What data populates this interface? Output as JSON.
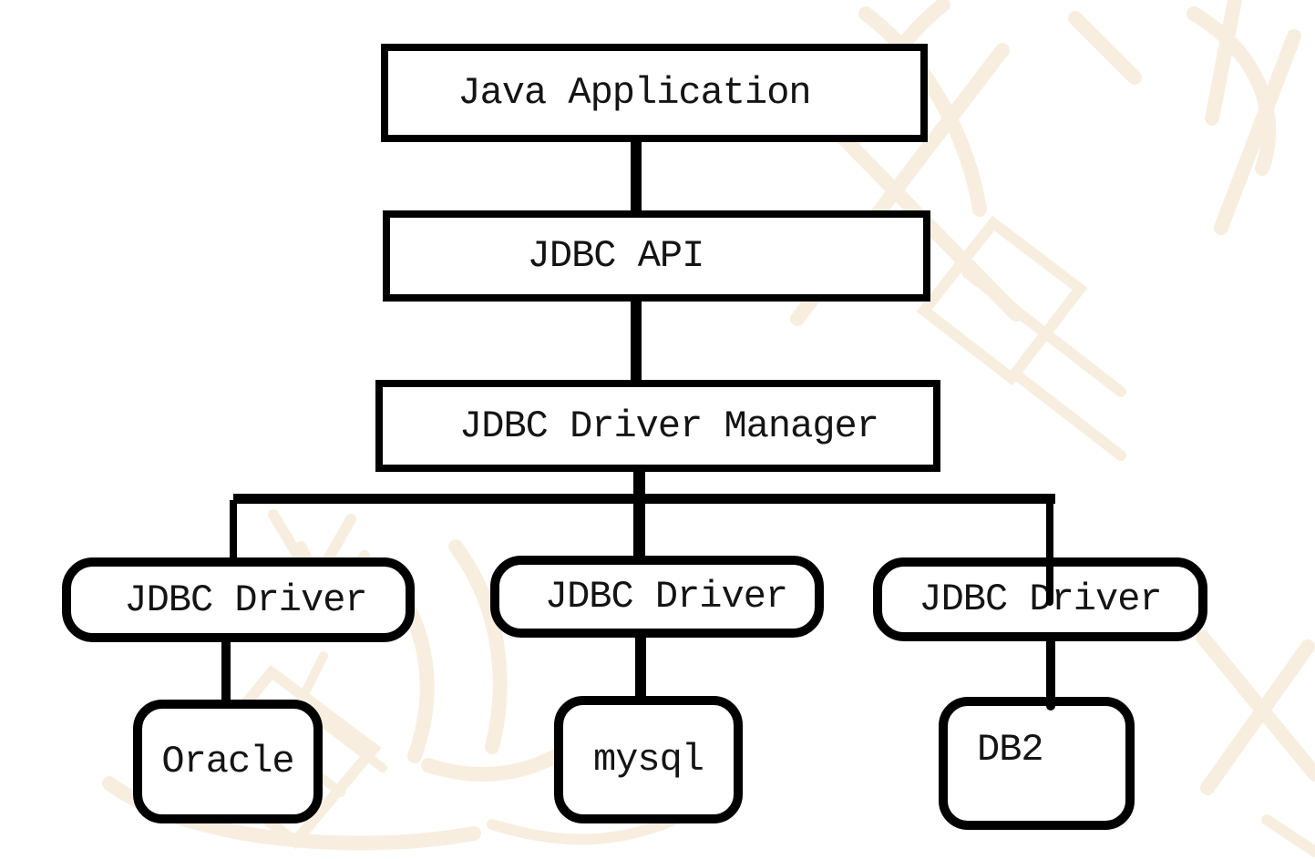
{
  "diagram": {
    "type": "flowchart",
    "nodes": {
      "java_application": {
        "label": "Java Application",
        "shape": "rectangle"
      },
      "jdbc_api": {
        "label": "JDBC API",
        "shape": "rectangle"
      },
      "jdbc_driver_manager": {
        "label": "JDBC Driver Manager",
        "shape": "rectangle"
      },
      "drivers": [
        {
          "label": "JDBC Driver",
          "shape": "rounded"
        },
        {
          "label": "JDBC Driver",
          "shape": "rounded"
        },
        {
          "label": "JDBC Driver",
          "shape": "rounded"
        }
      ],
      "databases": [
        {
          "label": "Oracle",
          "shape": "rounded"
        },
        {
          "label": "mysql",
          "shape": "rounded"
        },
        {
          "label": "DB2",
          "shape": "rounded"
        }
      ]
    },
    "edges": [
      {
        "from": "Java Application",
        "to": "JDBC API"
      },
      {
        "from": "JDBC API",
        "to": "JDBC Driver Manager"
      },
      {
        "from": "JDBC Driver Manager",
        "to": "JDBC Driver (left)"
      },
      {
        "from": "JDBC Driver Manager",
        "to": "JDBC Driver (middle)"
      },
      {
        "from": "JDBC Driver Manager",
        "to": "JDBC Driver (right)"
      },
      {
        "from": "JDBC Driver (left)",
        "to": "Oracle"
      },
      {
        "from": "JDBC Driver (middle)",
        "to": "mysql"
      },
      {
        "from": "JDBC Driver (right)",
        "to": "DB2"
      }
    ]
  },
  "colors": {
    "background": "#ffffff",
    "line": "#000000",
    "text": "#141414",
    "watermark": "#f8eedf"
  }
}
